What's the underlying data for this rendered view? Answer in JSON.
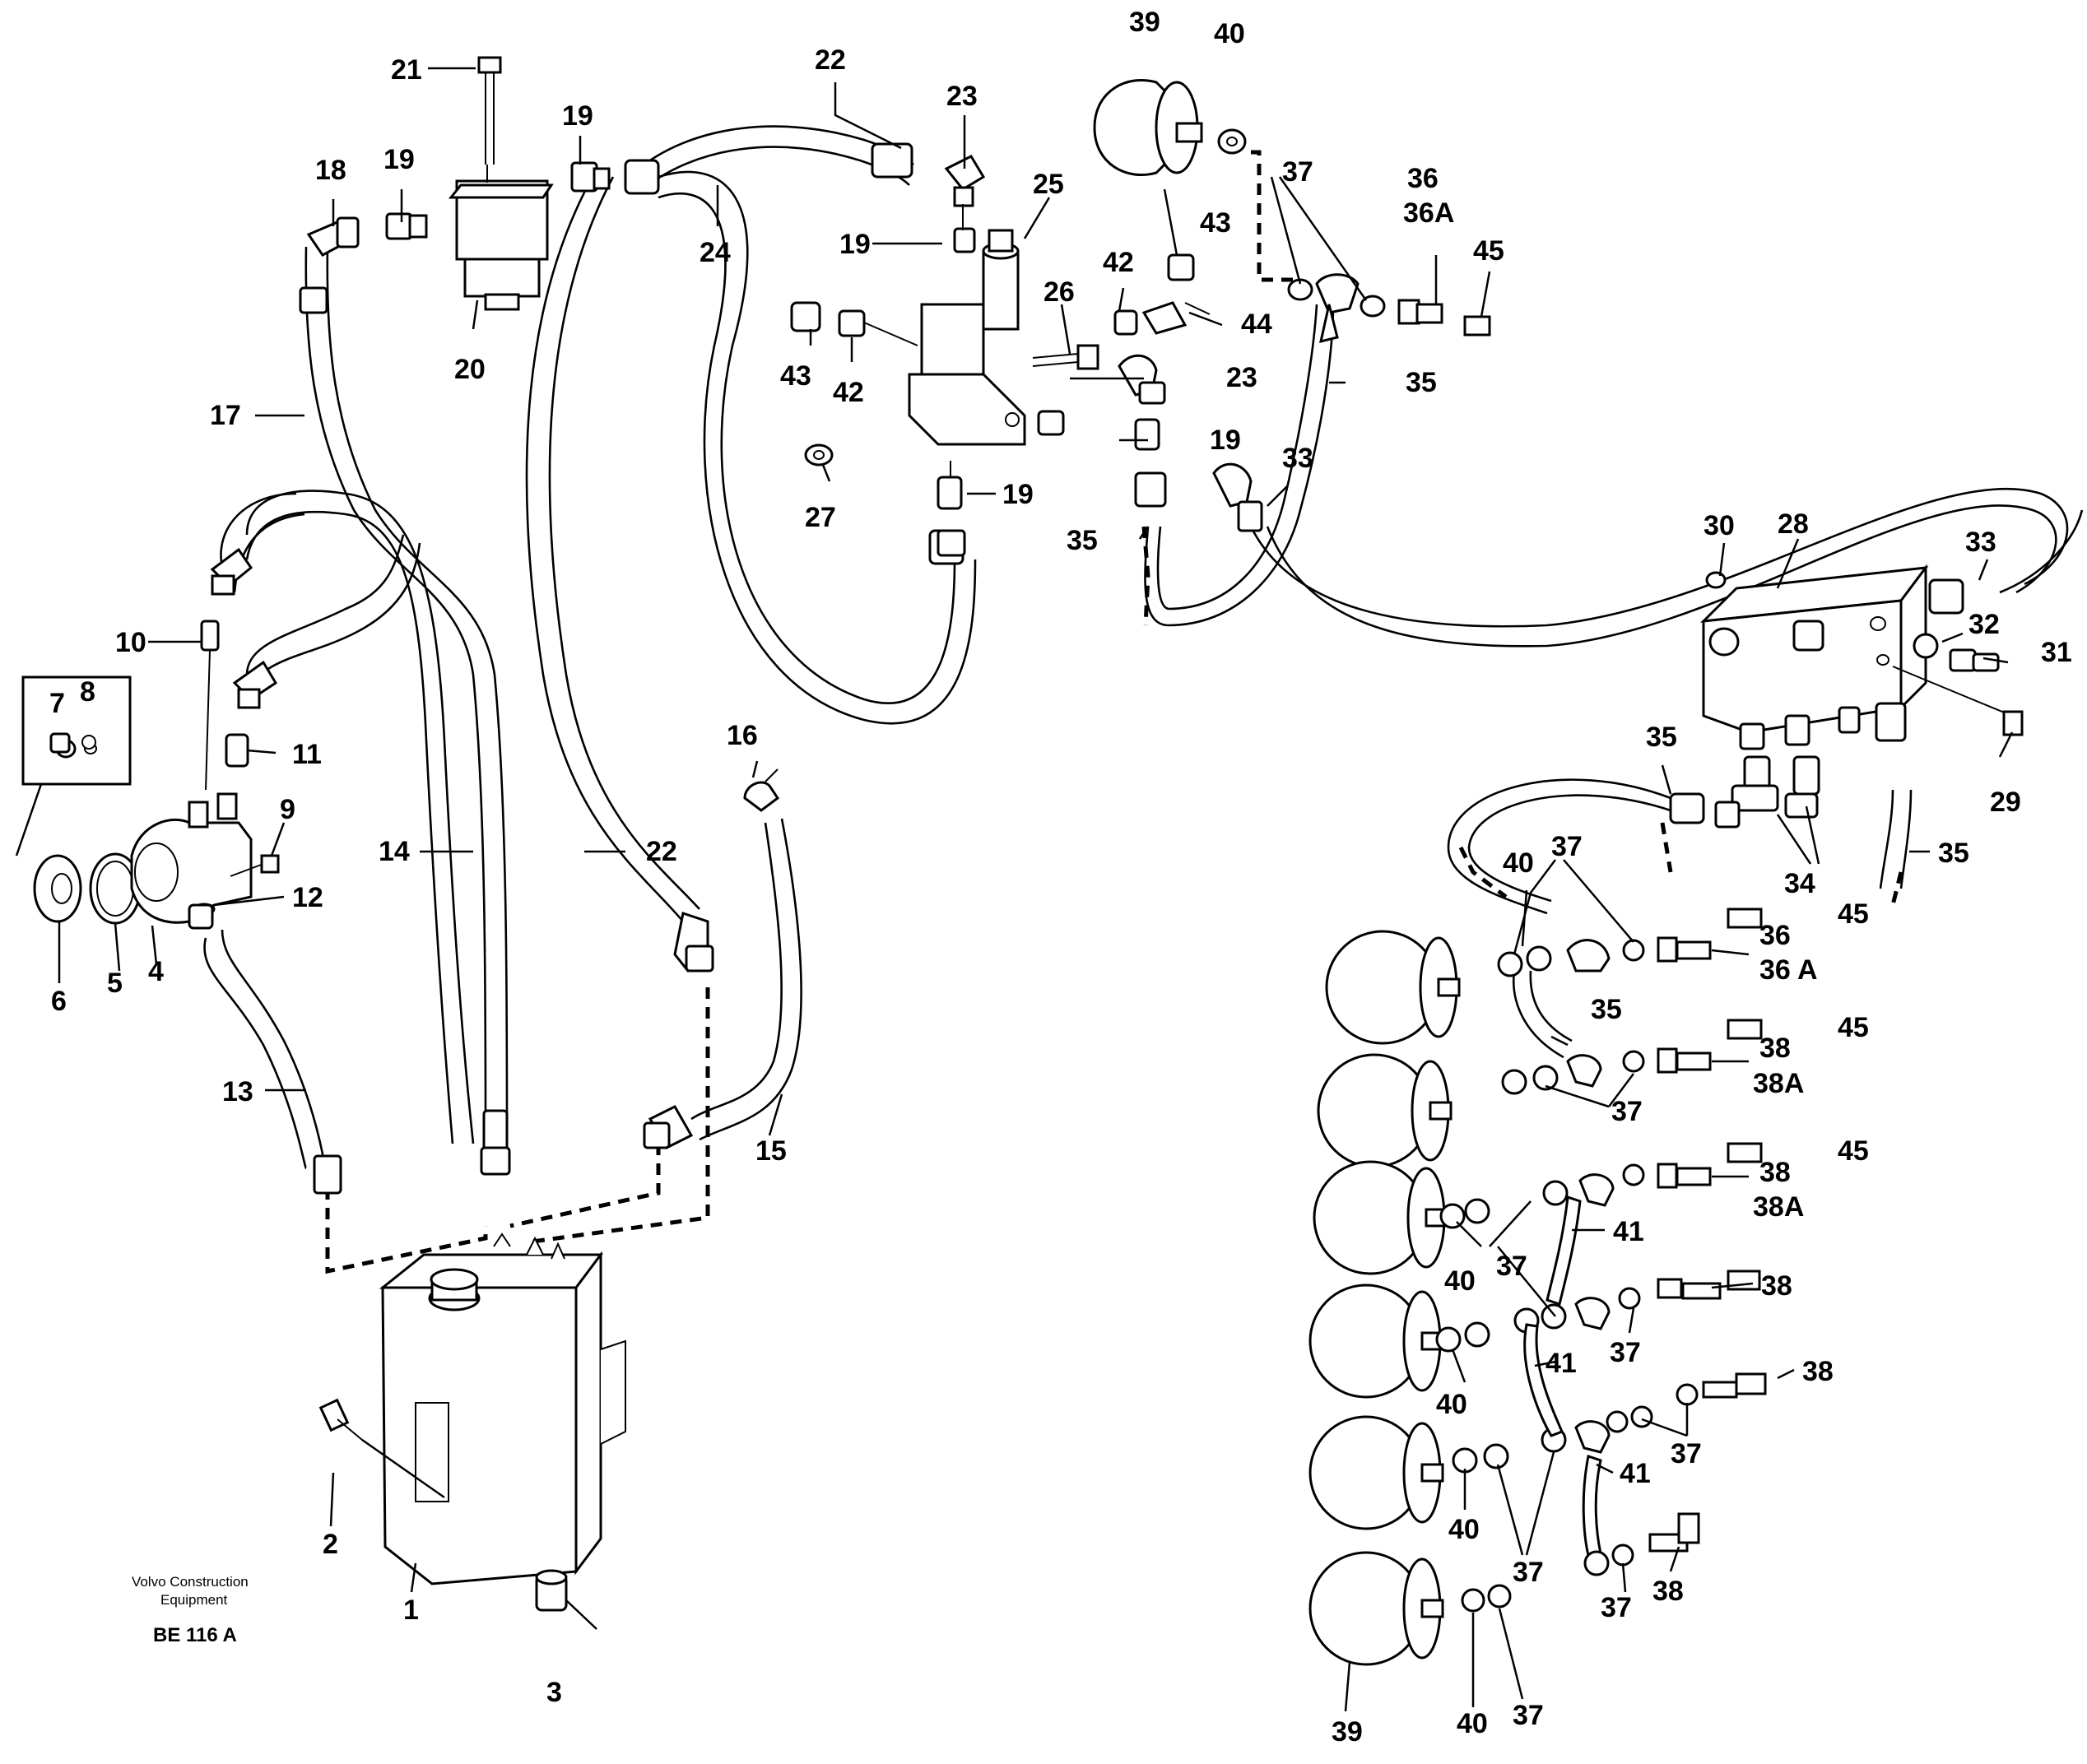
{
  "labels": {
    "l1": "1",
    "l2": "2",
    "l3": "3",
    "l4": "4",
    "l5": "5",
    "l6": "6",
    "l7": "7",
    "l8": "8",
    "l9": "9",
    "l10": "10",
    "l11": "11",
    "l12": "12",
    "l13": "13",
    "l14": "14",
    "l15": "15",
    "l16": "16",
    "l17": "17",
    "l18": "18",
    "l19": "19",
    "l20": "20",
    "l21": "21",
    "l22": "22",
    "l23": "23",
    "l24": "24",
    "l25": "25",
    "l26": "26",
    "l27": "27",
    "l28": "28",
    "l29": "29",
    "l30": "30",
    "l31": "31",
    "l32": "32",
    "l33": "33",
    "l34": "34",
    "l35": "35",
    "l36": "36",
    "l36a": "36A",
    "l36b": "36 A",
    "l37": "37",
    "l38": "38",
    "l38a": "38A",
    "l39": "39",
    "l40": "40",
    "l41": "41",
    "l42": "42",
    "l43": "43",
    "l44": "44",
    "l45": "45"
  },
  "footer": {
    "brand_line1": "Volvo Construction",
    "brand_line2": "Equipment",
    "code": "BE 116 A"
  }
}
